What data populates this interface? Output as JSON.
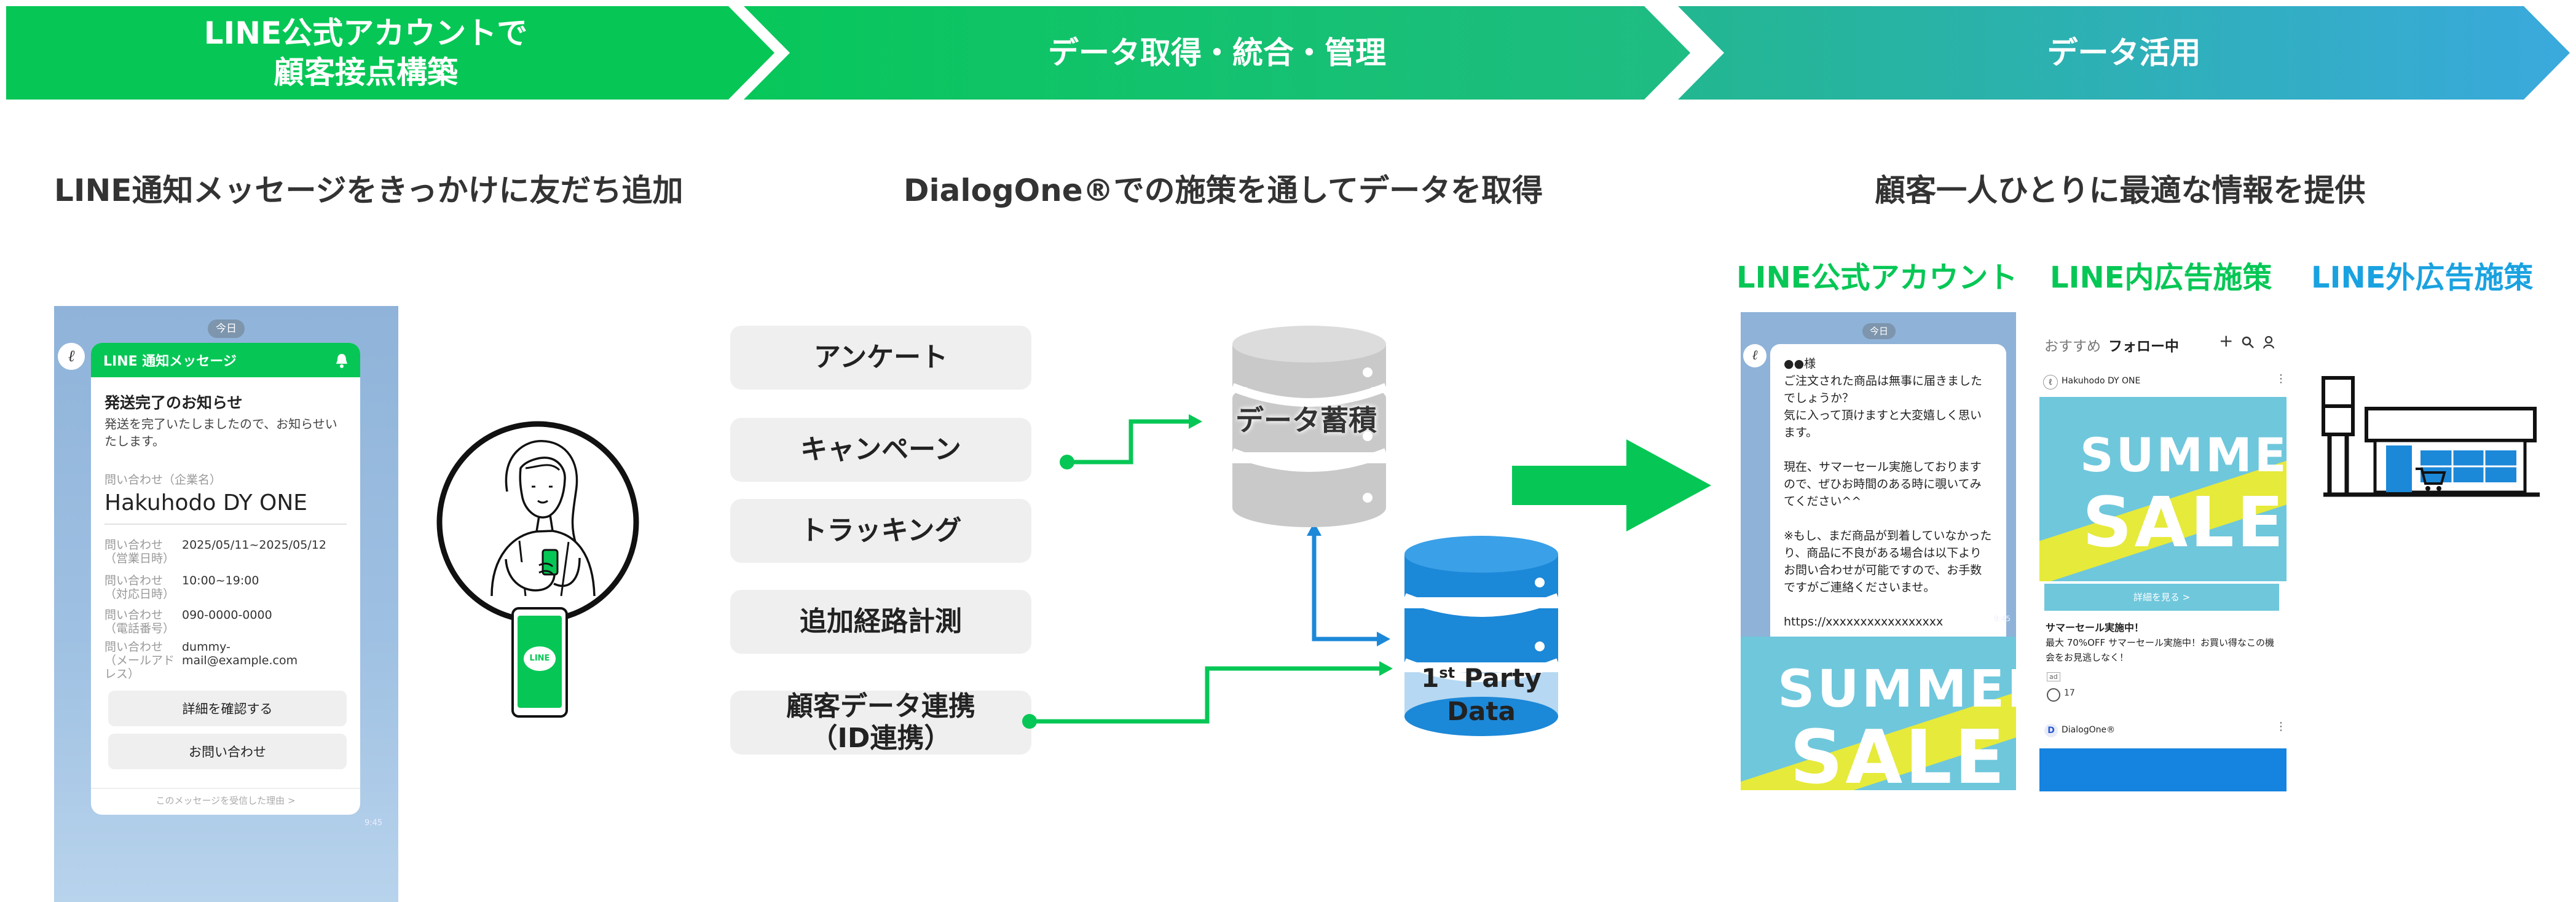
{
  "banner": {
    "step1": "LINE公式アカウントで\n顧客接点構築",
    "step2": "データ取得・統合・管理",
    "step3": "データ活用"
  },
  "headings": {
    "col1": "LINE通知メッセージをきっかけに友だち追加",
    "col2": "DialogOne®での施策を通してデータを取得",
    "col3": "顧客一人ひとりに最適な情報を提供"
  },
  "phone1": {
    "today": "今日",
    "header": "LINE 通知メッセージ",
    "title": "発送完了のお知らせ",
    "body": "発送を完了いたしましたので、お知らせいたします。",
    "company_label": "問い合わせ（企業名）",
    "company": "Hakuhodo DY ONE",
    "rows": [
      {
        "label": "問い合わせ（営業日時）",
        "value": "2025/05/11~2025/05/12"
      },
      {
        "label": "問い合わせ（対応日時）",
        "value": "10:00~19:00"
      },
      {
        "label": "問い合わせ（電話番号）",
        "value": "090-0000-0000"
      },
      {
        "label": "問い合わせ（メールアドレス）",
        "value": "dummy-mail@example.com"
      }
    ],
    "btn_details": "詳細を確認する",
    "btn_contact": "お問い合わせ",
    "footer": "このメッセージを受信した理由 >",
    "time": "9:45"
  },
  "line_badge": "LINE",
  "methods": [
    "アンケート",
    "キャンペーン",
    "トラッキング",
    "追加経路計測",
    "顧客データ連携\n（ID連携）"
  ],
  "db_gray": "データ蓄積",
  "db_blue": {
    "line1": "1",
    "sup": "st",
    "line1b": " Party",
    "line2": "Data"
  },
  "channels": {
    "official": "LINE公式アカウント",
    "in_line_ads": "LINE内広告施策",
    "out_line_ads": "LINE外広告施策"
  },
  "phone2": {
    "today": "今日",
    "message": "●●様\nご注文された商品は無事に届きましたでしょうか？\n気に入って頂けますと大変嬉しく思います。\n\n現在、サマーセール実施しておりますので、ぜひお時間のある時に覗いてみてください^^\n\n※もし、まだ商品が到着していなかったり、商品に不良がある場合は以下よりお問い合わせが可能ですので、お手数ですがご連絡くださいませ。\n\nhttps://xxxxxxxxxxxxxxxxx",
    "time": "9:45",
    "sale_word1": "SUMMER",
    "sale_word2": "SALE"
  },
  "phone3": {
    "tab_recommend": "おすすめ",
    "tab_following": "フォロー中",
    "account": "Hakuhodo DY ONE",
    "sale_word1": "SUMMER",
    "sale_word2": "SALE",
    "cta": "詳細を見る >",
    "post_title": "サマーセール実施中！",
    "post_body": "最大 70%OFF サマーセール実施中！お買い得なこの機会をお見逃しなく！",
    "ad_tag": "ad",
    "likes": "17",
    "account2": "DialogOne®"
  },
  "colors": {
    "line_green": "#06c755",
    "blue": "#1aa2e0",
    "db_gray": "#c9c9c9",
    "db_blue": "#1c88d8"
  }
}
